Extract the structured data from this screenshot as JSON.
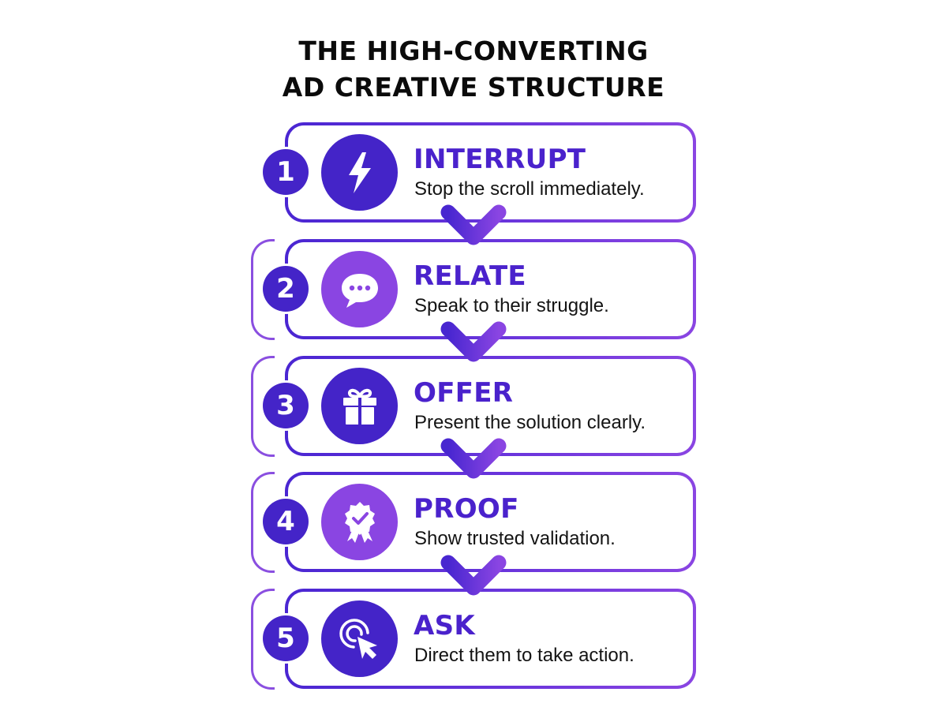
{
  "title": {
    "line1": "THE HIGH-CONVERTING",
    "line2": "AD CREATIVE STRUCTURE"
  },
  "colors": {
    "primary": "#4424c8",
    "secondary": "#8a45e2",
    "heading_text": "#4a22cc",
    "body_text": "#141414"
  },
  "steps": [
    {
      "number": "1",
      "heading": "INTERRUPT",
      "description": "Stop the scroll immediately.",
      "icon": "lightning-bolt-icon",
      "icon_color": "#4424c8"
    },
    {
      "number": "2",
      "heading": "RELATE",
      "description": "Speak to their struggle.",
      "icon": "chat-bubble-icon",
      "icon_color": "#8a45e2"
    },
    {
      "number": "3",
      "heading": "OFFER",
      "description": "Present the solution clearly.",
      "icon": "gift-icon",
      "icon_color": "#4424c8"
    },
    {
      "number": "4",
      "heading": "PROOF",
      "description": "Show trusted validation.",
      "icon": "award-badge-icon",
      "icon_color": "#8a45e2"
    },
    {
      "number": "5",
      "heading": "ASK",
      "description": "Direct them to take action.",
      "icon": "cursor-click-icon",
      "icon_color": "#4424c8"
    }
  ]
}
